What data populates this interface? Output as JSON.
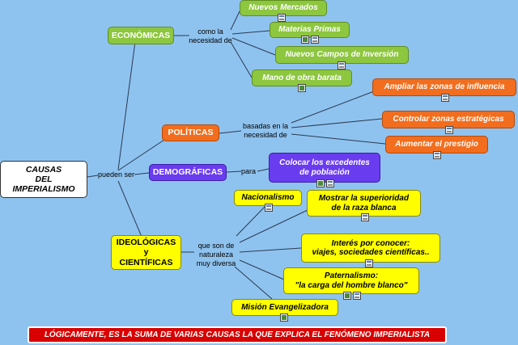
{
  "root": "CAUSAS\nDEL\nIMPERIALISMO",
  "root_link": "pueden ser",
  "economicas": {
    "label": "ECONÓMICAS",
    "link": "como la\nnecesidad de",
    "items": [
      "Nuevos Mercados",
      "Materias Primas",
      "Nuevos Campos de Inversión",
      "Mano de obra barata"
    ]
  },
  "politicas": {
    "label": "POLÍTICAS",
    "link": "basadas en la\nnecesidad de",
    "items": [
      "Ampliar las zonas de influencia",
      "Controlar zonas estratégicas",
      "Aumentar el prestigio"
    ]
  },
  "demograficas": {
    "label": "DEMOGRÁFICAS",
    "link": "para",
    "items": [
      "Colocar los excedentes\nde población"
    ]
  },
  "ideologicas": {
    "label": "IDEOLÓGICAS\ny\nCIENTÍFICAS",
    "link": "que son de\nnaturaleza\nmuy diversa",
    "items": [
      "Nacionalismo",
      "Mostrar la superioridad\nde la raza blanca",
      "Interés por conocer:\nviajes, sociedades científicas..",
      "Paternalismo:\n\"la carga del hombre blanco\"",
      "Misión Evangelizadora"
    ]
  },
  "footer": "LÓGICAMENTE, ES LA SUMA DE VARIAS CAUSAS LA QUE EXPLICA EL FENÓMENO IMPERIALISTA",
  "colors": {
    "background": "#8fc3ef",
    "economic": "#8dc63f",
    "political": "#f26d1d",
    "demographic": "#6a3cf0",
    "ideological": "#ffff00",
    "footer": "#d80000"
  }
}
